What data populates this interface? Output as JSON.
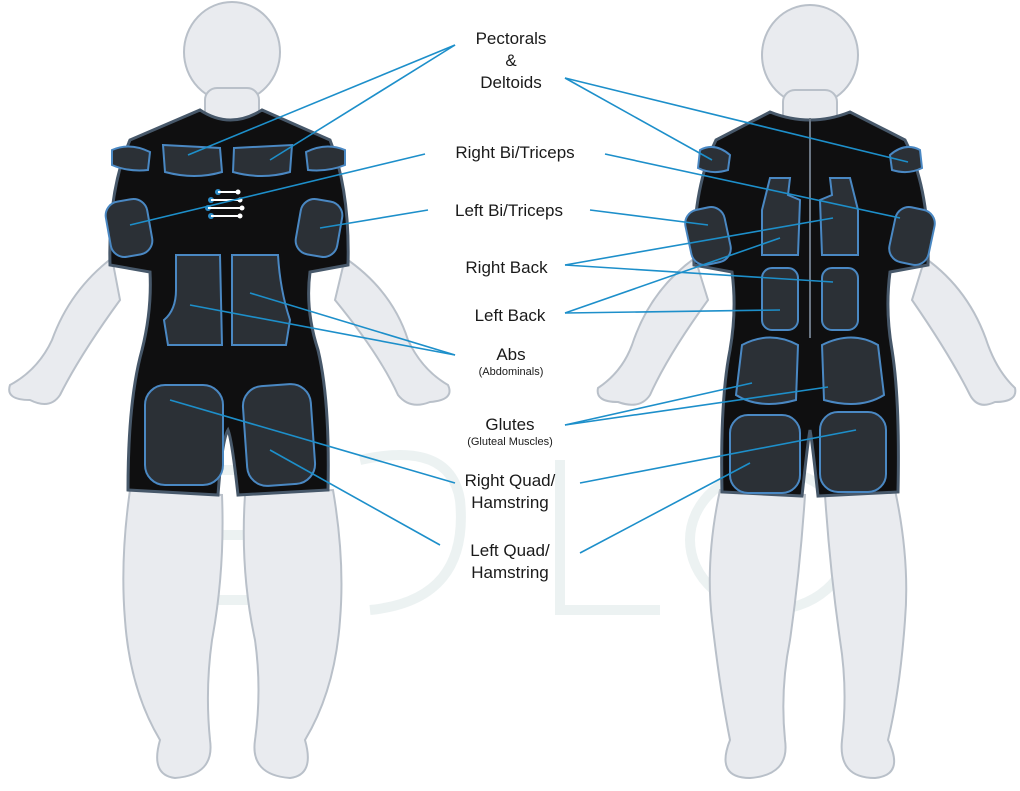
{
  "labels": {
    "pectorals_deltoids": [
      "Pectorals",
      "&",
      "Deltoids"
    ],
    "right_bi_triceps": "Right Bi/Triceps",
    "left_bi_triceps": "Left Bi/Triceps",
    "right_back": "Right Back",
    "left_back": "Left Back",
    "abs": "Abs",
    "abs_sub": "(Abdominals)",
    "glutes": "Glutes",
    "glutes_sub": "(Gluteal Muscles)",
    "right_quad": [
      "Right Quad/",
      "Hamstring"
    ],
    "left_quad": [
      "Left Quad/",
      "Hamstring"
    ]
  },
  "colors": {
    "leader_line": "#1d8fca",
    "suit": "#0f0f10",
    "pad_outline": "#4a88c3",
    "body": "#e9ebef"
  },
  "figures": [
    "front-view",
    "back-view"
  ],
  "watermark": "logo"
}
